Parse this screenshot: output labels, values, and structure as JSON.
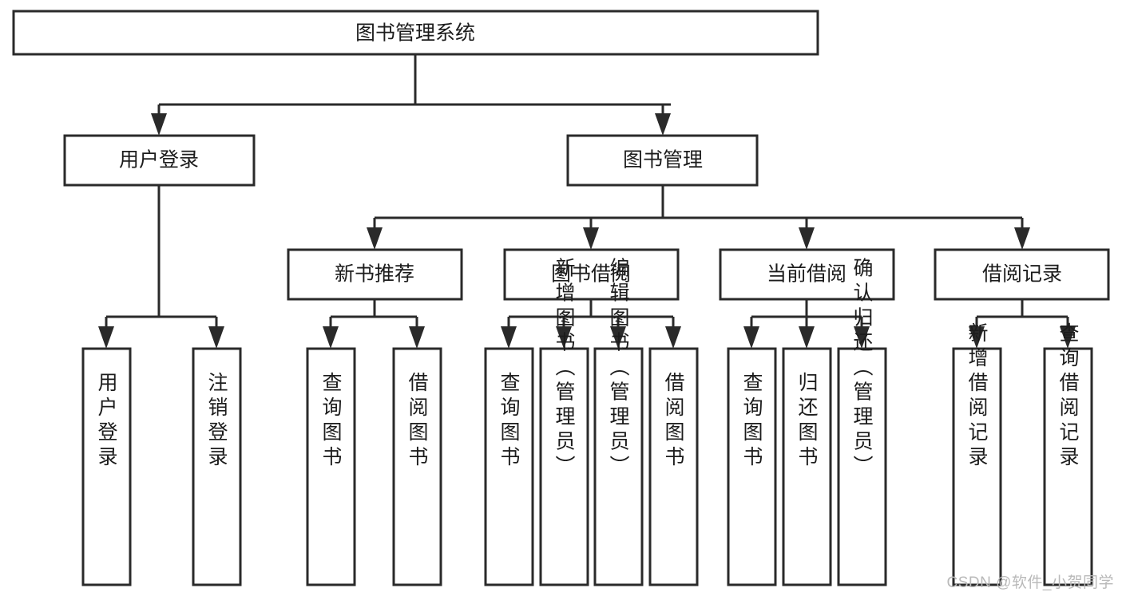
{
  "diagram": {
    "type": "hierarchy-tree",
    "orientation": "top-down",
    "title": "图书管理系统",
    "colors": {
      "stroke": "#2a2a2a",
      "fill": "#ffffff",
      "text": "#1c1c1c",
      "watermark": "#b9b9b9"
    },
    "levels": {
      "level1": [
        "图书管理系统"
      ],
      "level2": [
        "用户登录",
        "图书管理"
      ],
      "level3": [
        "新书推荐",
        "图书借阅",
        "当前借阅",
        "借阅记录"
      ],
      "level4": [
        "用户登录",
        "注销登录",
        "查询图书",
        "借阅图书",
        "查询图书",
        "新增图书（管理员）",
        "编辑图书（管理员）",
        "借阅图书",
        "查询图书",
        "归还图书",
        "确认归还（管理员）",
        "新增借阅记录",
        "查询借阅记录"
      ]
    },
    "nodes": {
      "root": {
        "id": "root",
        "label": "图书管理系统",
        "level": 1
      },
      "user_login": {
        "id": "user_login",
        "label": "用户登录",
        "level": 2
      },
      "book_mgmt": {
        "id": "book_mgmt",
        "label": "图书管理",
        "level": 2
      },
      "new_book_rec": {
        "id": "new_book_rec",
        "label": "新书推荐",
        "level": 3
      },
      "book_borrow": {
        "id": "book_borrow",
        "label": "图书借阅",
        "level": 3
      },
      "current_borrow": {
        "id": "current_borrow",
        "label": "当前借阅",
        "level": 3
      },
      "borrow_record": {
        "id": "borrow_record",
        "label": "借阅记录",
        "level": 3
      },
      "leaf_1": {
        "id": "leaf_1",
        "label": "用户登录",
        "level": 4,
        "parent": "user_login"
      },
      "leaf_2": {
        "id": "leaf_2",
        "label": "注销登录",
        "level": 4,
        "parent": "user_login"
      },
      "leaf_3": {
        "id": "leaf_3",
        "label": "查询图书",
        "level": 4,
        "parent": "new_book_rec"
      },
      "leaf_4": {
        "id": "leaf_4",
        "label": "借阅图书",
        "level": 4,
        "parent": "new_book_rec"
      },
      "leaf_5": {
        "id": "leaf_5",
        "label": "查询图书",
        "level": 4,
        "parent": "book_borrow"
      },
      "leaf_6": {
        "id": "leaf_6",
        "label": "新增图书（管理员）",
        "level": 4,
        "parent": "book_borrow"
      },
      "leaf_7": {
        "id": "leaf_7",
        "label": "编辑图书（管理员）",
        "level": 4,
        "parent": "book_borrow"
      },
      "leaf_8": {
        "id": "leaf_8",
        "label": "借阅图书",
        "level": 4,
        "parent": "book_borrow"
      },
      "leaf_9": {
        "id": "leaf_9",
        "label": "查询图书",
        "level": 4,
        "parent": "current_borrow"
      },
      "leaf_10": {
        "id": "leaf_10",
        "label": "归还图书",
        "level": 4,
        "parent": "current_borrow"
      },
      "leaf_11": {
        "id": "leaf_11",
        "label": "确认归还（管理员）",
        "level": 4,
        "parent": "current_borrow"
      },
      "leaf_12": {
        "id": "leaf_12",
        "label": "新增借阅记录",
        "level": 4,
        "parent": "borrow_record"
      },
      "leaf_13": {
        "id": "leaf_13",
        "label": "查询借阅记录",
        "level": 4,
        "parent": "borrow_record"
      }
    }
  },
  "watermark": {
    "text": "CSDN @软件_小贺同学"
  }
}
